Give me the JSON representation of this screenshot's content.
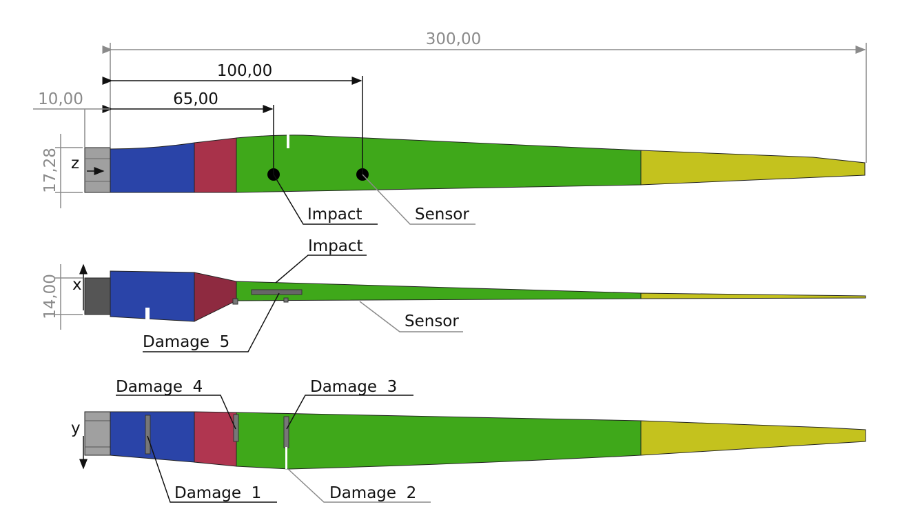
{
  "dimensions": {
    "total_length": "300,00",
    "sensor_position": "100,00",
    "impact_position": "65,00",
    "root_length": "10,00",
    "root_height_z": "17,28",
    "root_height_x": "14,00"
  },
  "axes": {
    "z": "z",
    "x": "x",
    "y": "y"
  },
  "labels": {
    "impact_top": "Impact",
    "sensor_top": "Sensor",
    "impact_side": "Impact",
    "sensor_side": "Sensor",
    "damage_1": "Damage  1",
    "damage_2": "Damage  2",
    "damage_3": "Damage  3",
    "damage_4": "Damage  4",
    "damage_5": "Damage  5"
  },
  "colors": {
    "root": "#8c8c8c",
    "section_1": "#2a44a8",
    "section_2": "#a8324a",
    "section_3": "#3fa81a",
    "section_4": "#c4c21e"
  }
}
